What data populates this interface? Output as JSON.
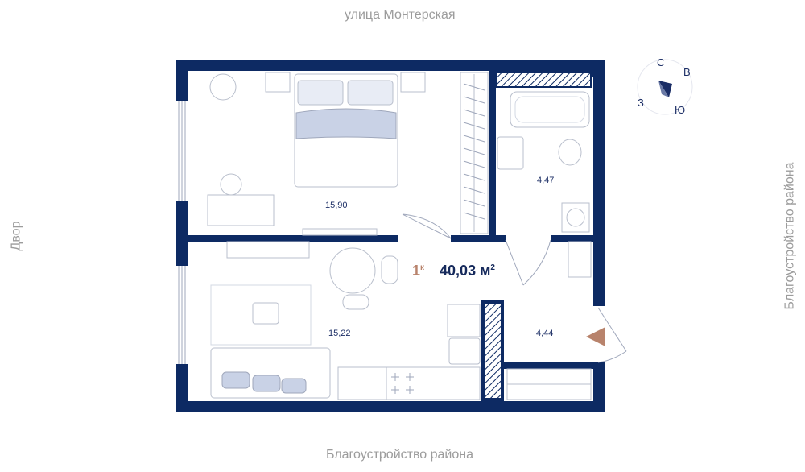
{
  "streets": {
    "top": "улица Монтерская",
    "bottom": "Благоустройство района",
    "left": "Двор",
    "right": "Благоустройство района"
  },
  "compass": {
    "north": "С",
    "east": "В",
    "south": "Ю",
    "west": "З"
  },
  "rooms": {
    "bedroom_area": "15,90",
    "bathroom_area": "4,47",
    "living_area": "15,22",
    "hall_area": "4,44"
  },
  "summary": {
    "rooms_count": "1",
    "rooms_suffix": "к",
    "total_area": "40,03 м",
    "area_unit_sup": "2"
  },
  "colors": {
    "wall": "#0d2a63",
    "furniture_stroke": "#b9bfcc",
    "bedding": "#c9d2e6",
    "accent": "#b8836c"
  }
}
